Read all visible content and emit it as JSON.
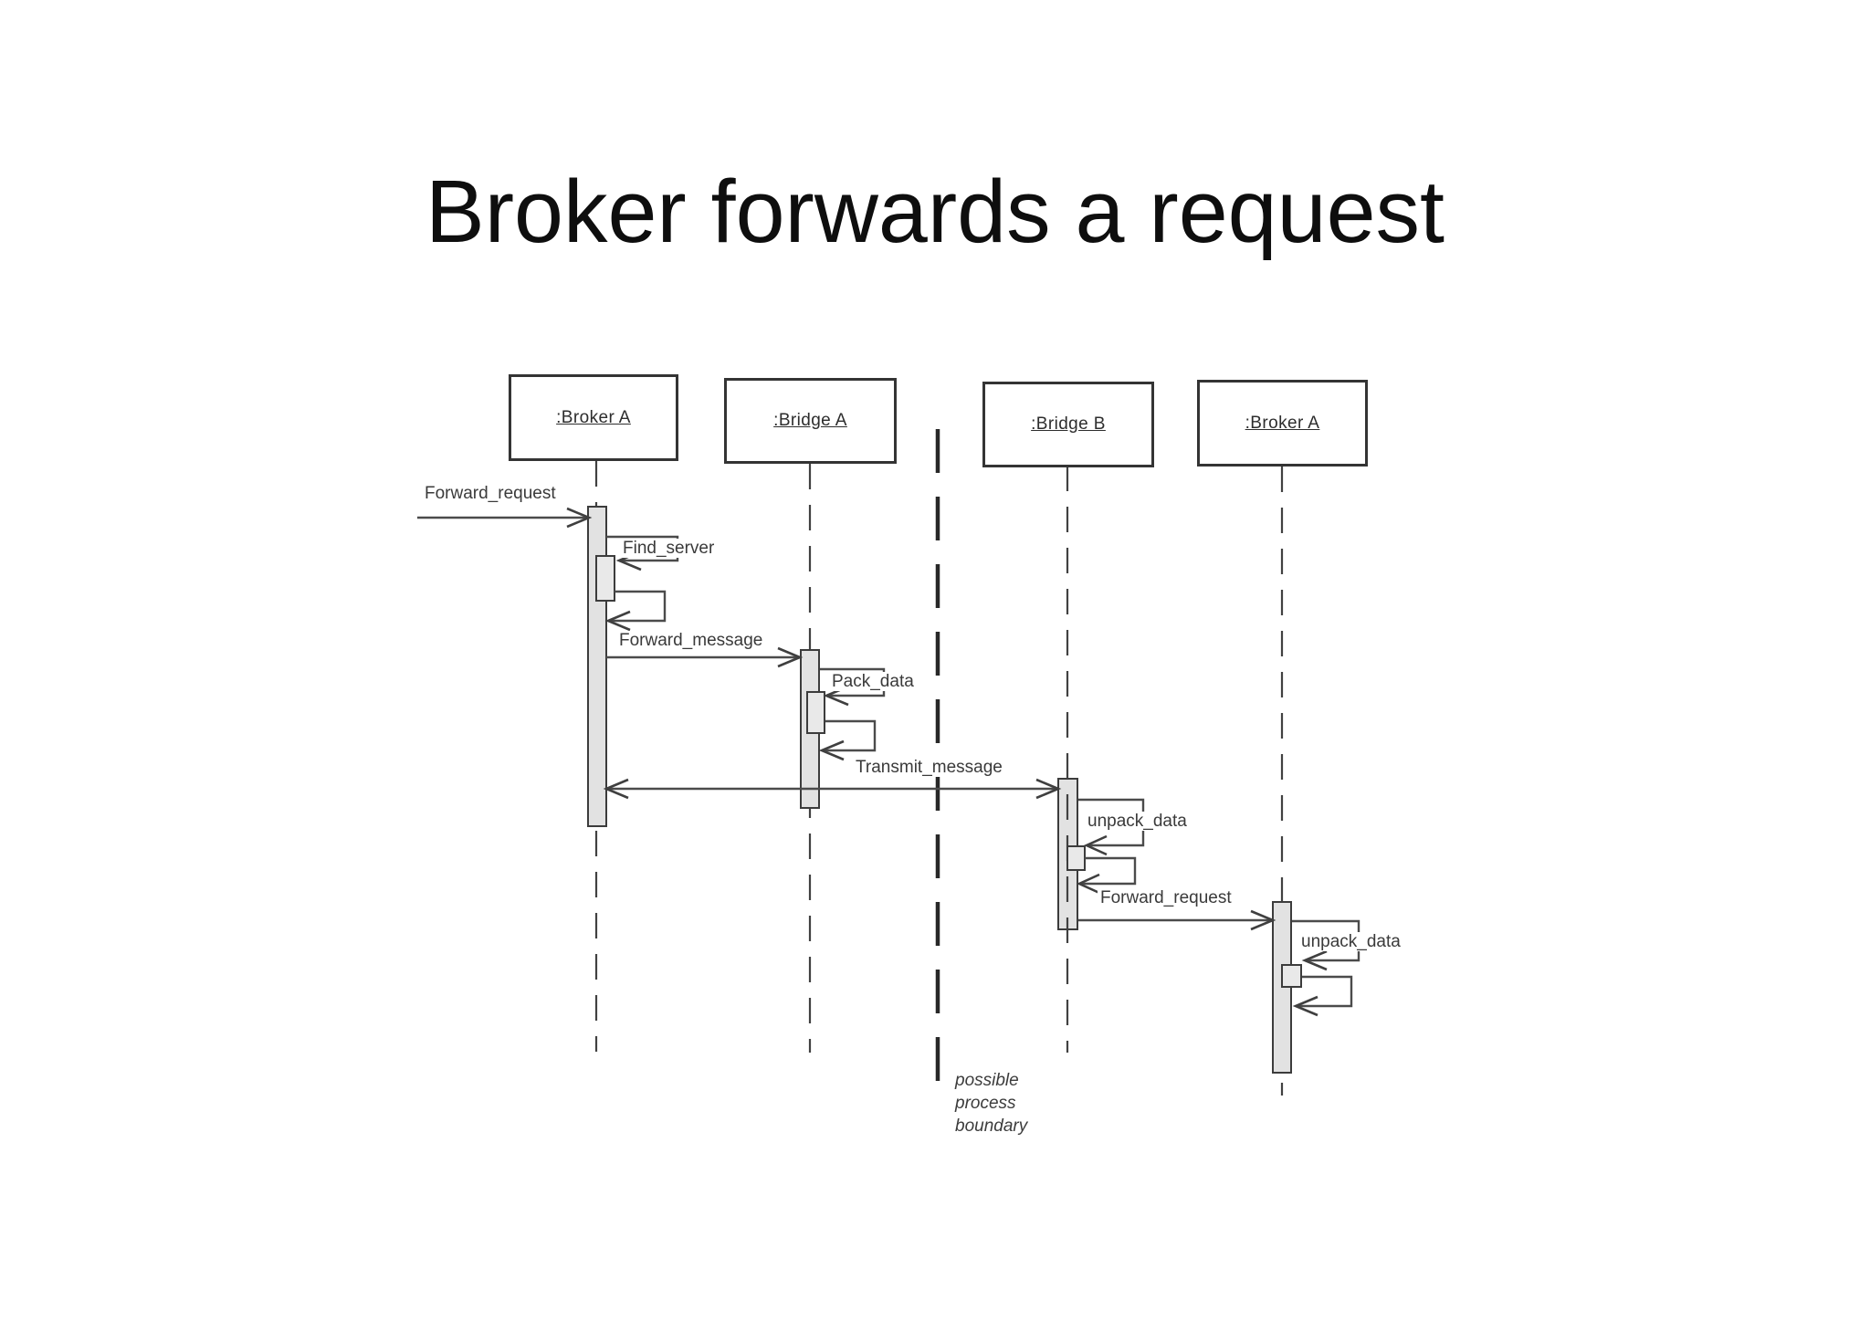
{
  "title": "Broker forwards a request",
  "lifelines": [
    {
      "label": ":Broker A"
    },
    {
      "label": ":Bridge A"
    },
    {
      "label": ":Bridge B"
    },
    {
      "label": ":Broker A"
    }
  ],
  "messages": {
    "forward_request_1": "Forward_request",
    "find_server": "Find_server",
    "forward_message": "Forward_message",
    "pack_data": "Pack_data",
    "transmit_message": "Transmit_message",
    "unpack_data_bridge_b": "unpack_data",
    "forward_request_2": "Forward_request",
    "unpack_data_broker_a": "unpack_data"
  },
  "annotation": {
    "line1": "possible",
    "line2": "process",
    "line3": "boundary"
  },
  "colors": {
    "ink": "#4b4b4b",
    "box_border": "#343434",
    "activation_fill": "#e2e2e2",
    "background": "#ffffff"
  }
}
